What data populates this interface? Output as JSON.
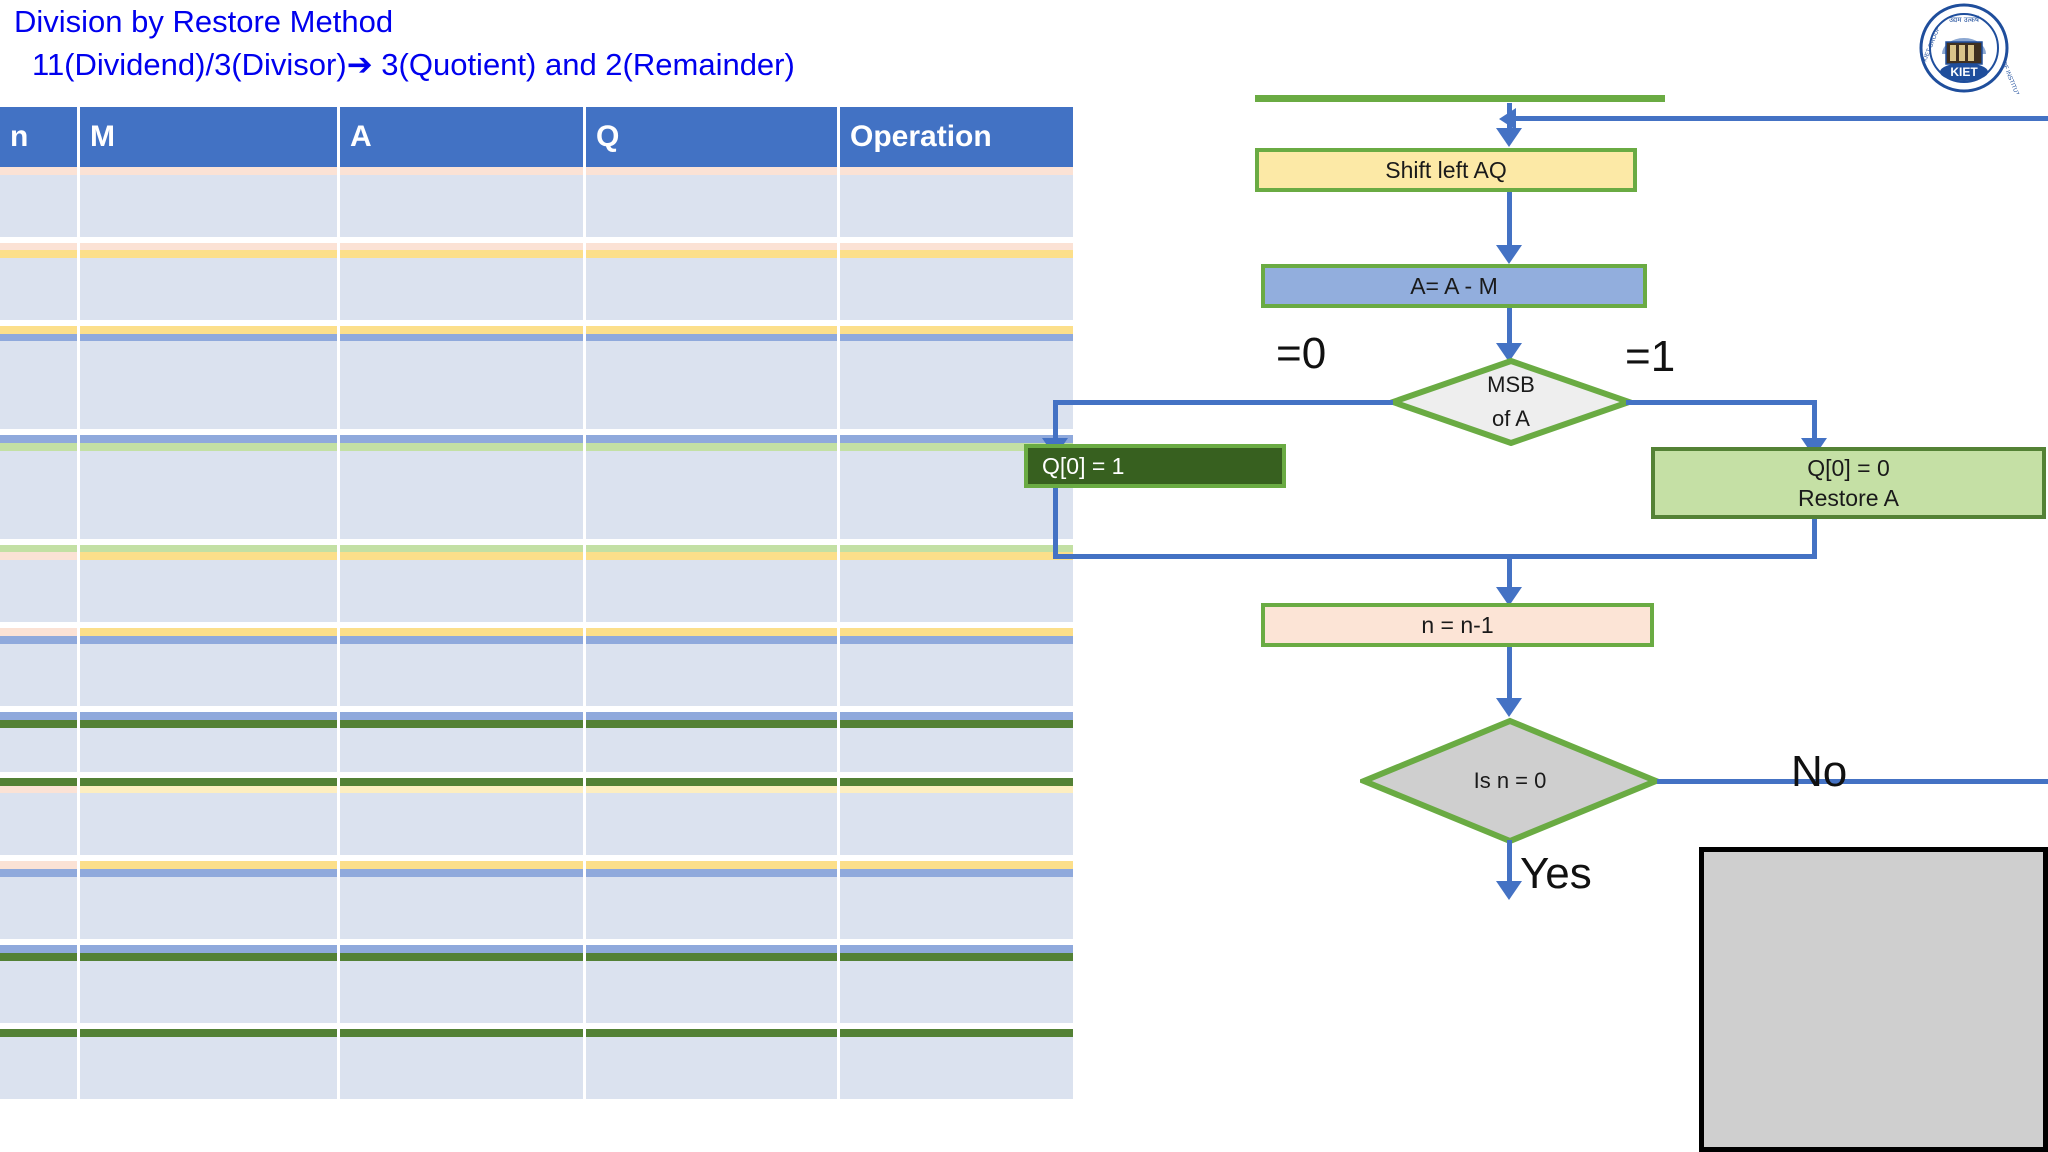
{
  "title": {
    "line1": "Division by Restore Method",
    "line2_a": "11(Dividend)/3(Divisor)",
    "line2_arrow": "➔",
    "line2_b": " 3(Quotient) and 2(Remainder)",
    "color": "#0000ee"
  },
  "logo": {
    "name": "KIET Group of Institutions",
    "abbrev": "KIET",
    "ring_top": "उद्यम उत्कर्ष",
    "ring_left": "KIET GROUP",
    "ring_right": "OF INSTITUTIONS",
    "color": "#1f4e9c"
  },
  "table": {
    "headers": [
      "n",
      "M",
      "A",
      "Q",
      "Operation"
    ],
    "header_bg": "#4272c4",
    "header_fg": "#ffffff",
    "cell_bg": "#dbe2ef",
    "rows": []
  },
  "flowchart": {
    "nodes": [
      {
        "id": "shift",
        "label": "Shift left AQ",
        "fill": "#fce9a6",
        "border": "#6aab43",
        "text_color": "#1a1a1a"
      },
      {
        "id": "sub",
        "label": "A= A - M",
        "fill": "#92aedd",
        "border": "#6aab43",
        "text_color": "#1a1a1a"
      },
      {
        "id": "msb",
        "label_line1": "MSB",
        "label_line2": "of A",
        "fill": "#eeeeee",
        "border": "#6aab43",
        "shape": "diamond"
      },
      {
        "id": "q0set",
        "label": "Q[0] = 1",
        "fill": "#37601f",
        "border": "#6aab43",
        "text_color": "#ffffff"
      },
      {
        "id": "q0clear",
        "label_line1": "Q[0] = 0",
        "label_line2": "Restore A",
        "fill": "#c5e0a5",
        "border": "#548235",
        "text_color": "#1a1a1a"
      },
      {
        "id": "dec",
        "label": "n = n-1",
        "fill": "#fce4d6",
        "border": "#6aab43",
        "text_color": "#1a1a1a"
      },
      {
        "id": "isn0",
        "label": "Is n = 0",
        "fill": "#cfcfcf",
        "border": "#6aab43",
        "shape": "diamond"
      }
    ],
    "edge_labels": {
      "msb_zero": "=0",
      "msb_one": "=1",
      "isn0_no": "No",
      "isn0_yes": "Yes"
    },
    "edge_color": "#4472c4",
    "top_bar_color": "#6aab43"
  },
  "placeholder": {
    "fill": "#cfcfcf",
    "border": "#000000"
  }
}
